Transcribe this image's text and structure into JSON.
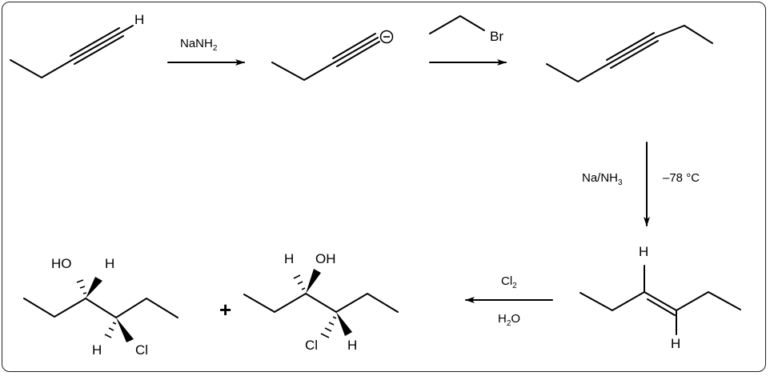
{
  "reagents": {
    "step1": {
      "main": "NaNH",
      "sub": "2"
    },
    "step2": {
      "reagent_atom": "Br"
    },
    "step3": {
      "main": "Na/NH",
      "sub": "3",
      "conditions": "–78 °C"
    },
    "step4": {
      "top_main": "Cl",
      "top_sub": "2",
      "bottom_main": "H",
      "bottom_sub": "2",
      "bottom_tail": "O"
    }
  },
  "atoms": {
    "butyne_h": "H",
    "anion_charge": "−",
    "alkene_h_top": "H",
    "alkene_h_bottom": "H",
    "p1_ho": "HO",
    "p1_h_top": "H",
    "p1_h_bottom": "H",
    "p1_cl": "Cl",
    "p2_h_top": "H",
    "p2_oh": "OH",
    "p2_cl": "Cl",
    "p2_h_bottom": "H"
  },
  "plus": "+"
}
